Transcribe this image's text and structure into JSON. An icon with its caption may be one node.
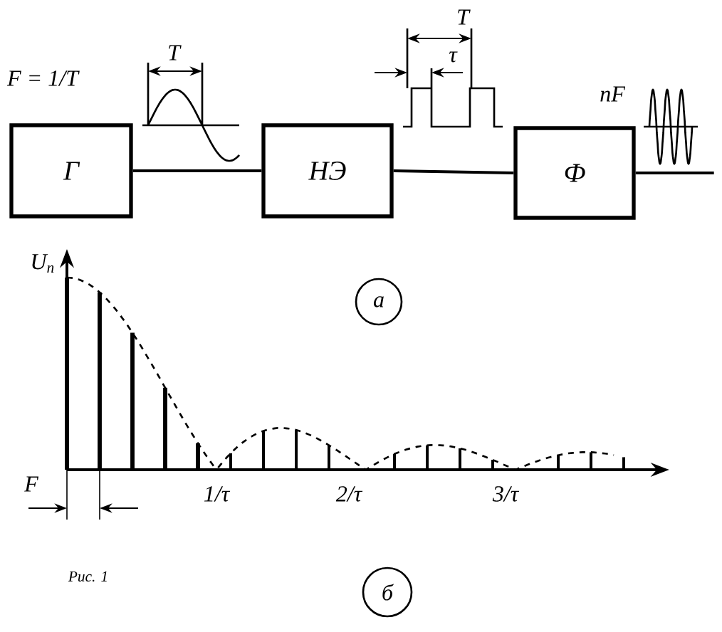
{
  "diagram": {
    "nodes": [
      {
        "text": [
          "Г"
        ]
      },
      {
        "text": [
          "НЭ"
        ]
      },
      {
        "text": [
          "Ф"
        ]
      },
      {
        "text": [
          "а"
        ]
      },
      {
        "text": [
          "б"
        ]
      }
    ],
    "edges": [
      {
        "from": 0,
        "to": 1,
        "arrow": "none"
      },
      {
        "from": 1,
        "to": 2,
        "arrow": "none"
      },
      {
        "from": 2,
        "to": null,
        "arrow": "none"
      }
    ],
    "labels": [
      "F = 1/T",
      "T",
      "T",
      "τ",
      "nF",
      "U$_{n}$",
      "F",
      "1/τ",
      "2/τ",
      "3/τ",
      "Рис. 1"
    ]
  }
}
